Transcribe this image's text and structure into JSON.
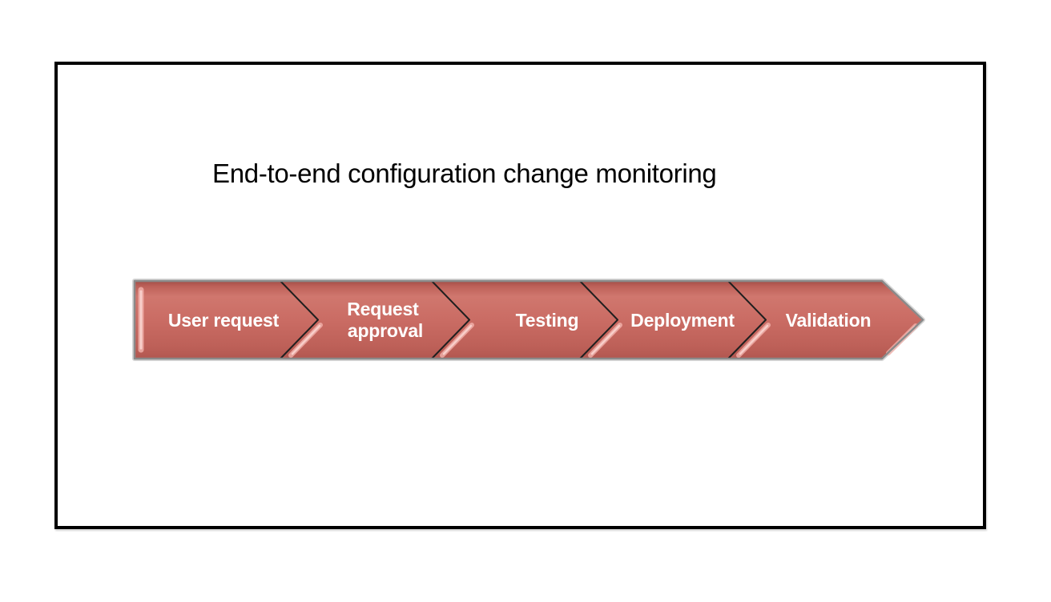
{
  "title": "End-to-end configuration change monitoring",
  "title_color": "#000000",
  "process": {
    "stages": [
      {
        "label": "User request",
        "lines": [
          "User request"
        ]
      },
      {
        "label": "Request approval",
        "lines": [
          "Request",
          "approval"
        ]
      },
      {
        "label": "Testing",
        "lines": [
          "Testing"
        ]
      },
      {
        "label": "Deployment",
        "lines": [
          "Deployment"
        ]
      },
      {
        "label": "Validation",
        "lines": [
          "Validation"
        ]
      }
    ],
    "label_color": "#ffffff",
    "gradient": [
      "#a24e47",
      "#bd6159",
      "#d0776e",
      "#ca6c64",
      "#bd6058",
      "#b25750"
    ],
    "outline_color": "#8a8a8a",
    "outer_glow_color": "#cbcbcb",
    "separator_color": "#1f1f1f",
    "highlight_color": "#f2b3ac",
    "highlight_core_color": "#fad4cf"
  }
}
